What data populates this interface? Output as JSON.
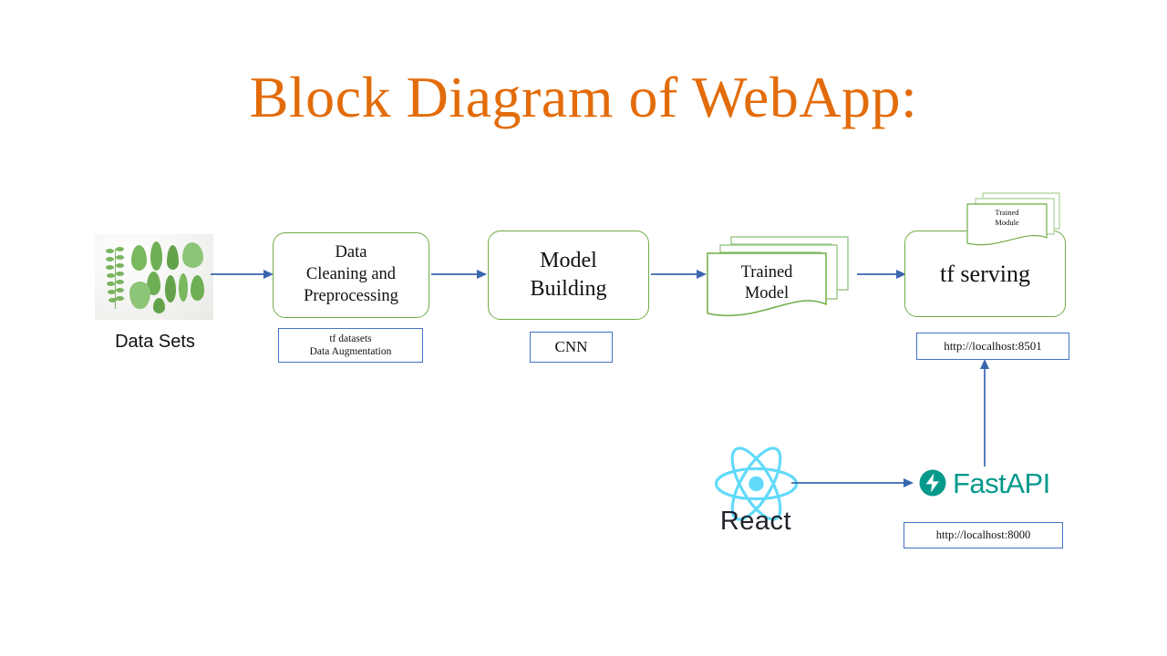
{
  "slide": {
    "title": "Block Diagram of WebApp:",
    "title_color": "#E36C0A",
    "background": "#FFFFFF"
  },
  "palette": {
    "process_border": "#70AD47",
    "annotation_border": "#4472C4",
    "arrow": "#3A66B0",
    "react_cyan": "#61DAFB",
    "react_text": "#20232A",
    "fastapi_teal": "#05998B"
  },
  "pipeline": {
    "dataset": {
      "image_name": "leaf-specimens-photo",
      "caption": "Data Sets"
    },
    "stages": [
      {
        "id": "data-cleaning",
        "label": "Data\nCleaning  and\nPreprocessing",
        "line1": "Data",
        "line2": "Cleaning  and",
        "line3": "Preprocessing",
        "shape": "rounded-rect",
        "border": "#70AD47",
        "annotation": {
          "line1": "tf datasets",
          "line2": "Data Augmentation",
          "border": "#4472C4"
        }
      },
      {
        "id": "model-building",
        "label": "Model\nBuilding",
        "line1": "Model",
        "line2": "Building",
        "shape": "rounded-rect",
        "border": "#70AD47",
        "annotation": {
          "line1": "CNN",
          "border": "#4472C4"
        }
      },
      {
        "id": "trained-model",
        "label": "Trained\nModel",
        "line1": "Trained",
        "line2": "Model",
        "shape": "document-stack",
        "border": "#70AD47",
        "annotation": null
      },
      {
        "id": "tf-serving",
        "label": "tf serving",
        "line1": "tf serving",
        "shape": "rounded-rect",
        "border": "#70AD47",
        "annotation": {
          "line1": "http://localhost:8501",
          "border": "#4472C4"
        },
        "badge": {
          "line1": "Trained",
          "line2": "Module",
          "shape": "document-stack"
        }
      }
    ],
    "arrows": [
      {
        "id": "dataset-to-cleaning",
        "direction": "right"
      },
      {
        "id": "cleaning-to-model-building",
        "direction": "right"
      },
      {
        "id": "model-building-to-trained-model",
        "direction": "right"
      },
      {
        "id": "trained-model-to-tf-serving",
        "direction": "right"
      },
      {
        "id": "react-to-fastapi",
        "direction": "right"
      },
      {
        "id": "fastapi-to-tf-serving-endpoint",
        "direction": "up"
      }
    ]
  },
  "frontend": {
    "react": {
      "logo_name": "react-logo",
      "label": "React"
    },
    "backend": {
      "logo_name": "fastapi-logo",
      "label": "FastAPI",
      "annotation": {
        "line1": "http://localhost:8000",
        "border": "#4472C4"
      }
    }
  }
}
